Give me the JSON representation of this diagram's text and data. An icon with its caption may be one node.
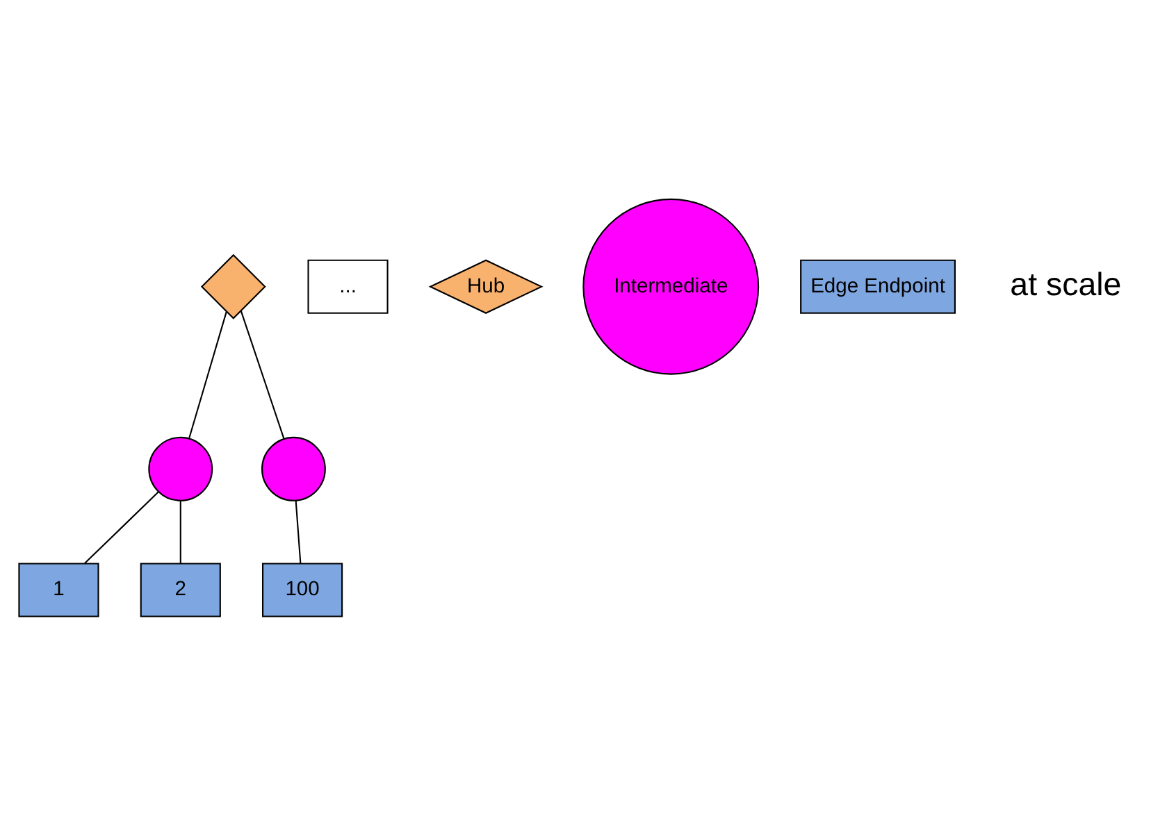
{
  "diagram": {
    "nodes": [
      {
        "text": [],
        "shape": "diamond"
      },
      {
        "text": [],
        "shape": "circle"
      },
      {
        "text": [],
        "shape": "circle"
      },
      {
        "text": [
          "1"
        ]
      },
      {
        "text": [
          "2"
        ]
      },
      {
        "text": [
          "..."
        ]
      },
      {
        "text": [
          "100"
        ]
      },
      {
        "text": [
          "Hub"
        ]
      },
      {
        "text": [
          "Intermediate"
        ]
      },
      {
        "text": [
          "Edge Endpoint"
        ]
      }
    ],
    "edges": [
      {
        "from": 0,
        "to": 1,
        "arrow": "none"
      },
      {
        "from": 0,
        "to": 2,
        "arrow": "none"
      },
      {
        "from": 1,
        "to": 3,
        "arrow": "none"
      },
      {
        "from": 1,
        "to": 4,
        "arrow": "none"
      },
      {
        "from": 2,
        "to": 6,
        "arrow": "none"
      }
    ],
    "labels": [
      "at scale"
    ]
  }
}
